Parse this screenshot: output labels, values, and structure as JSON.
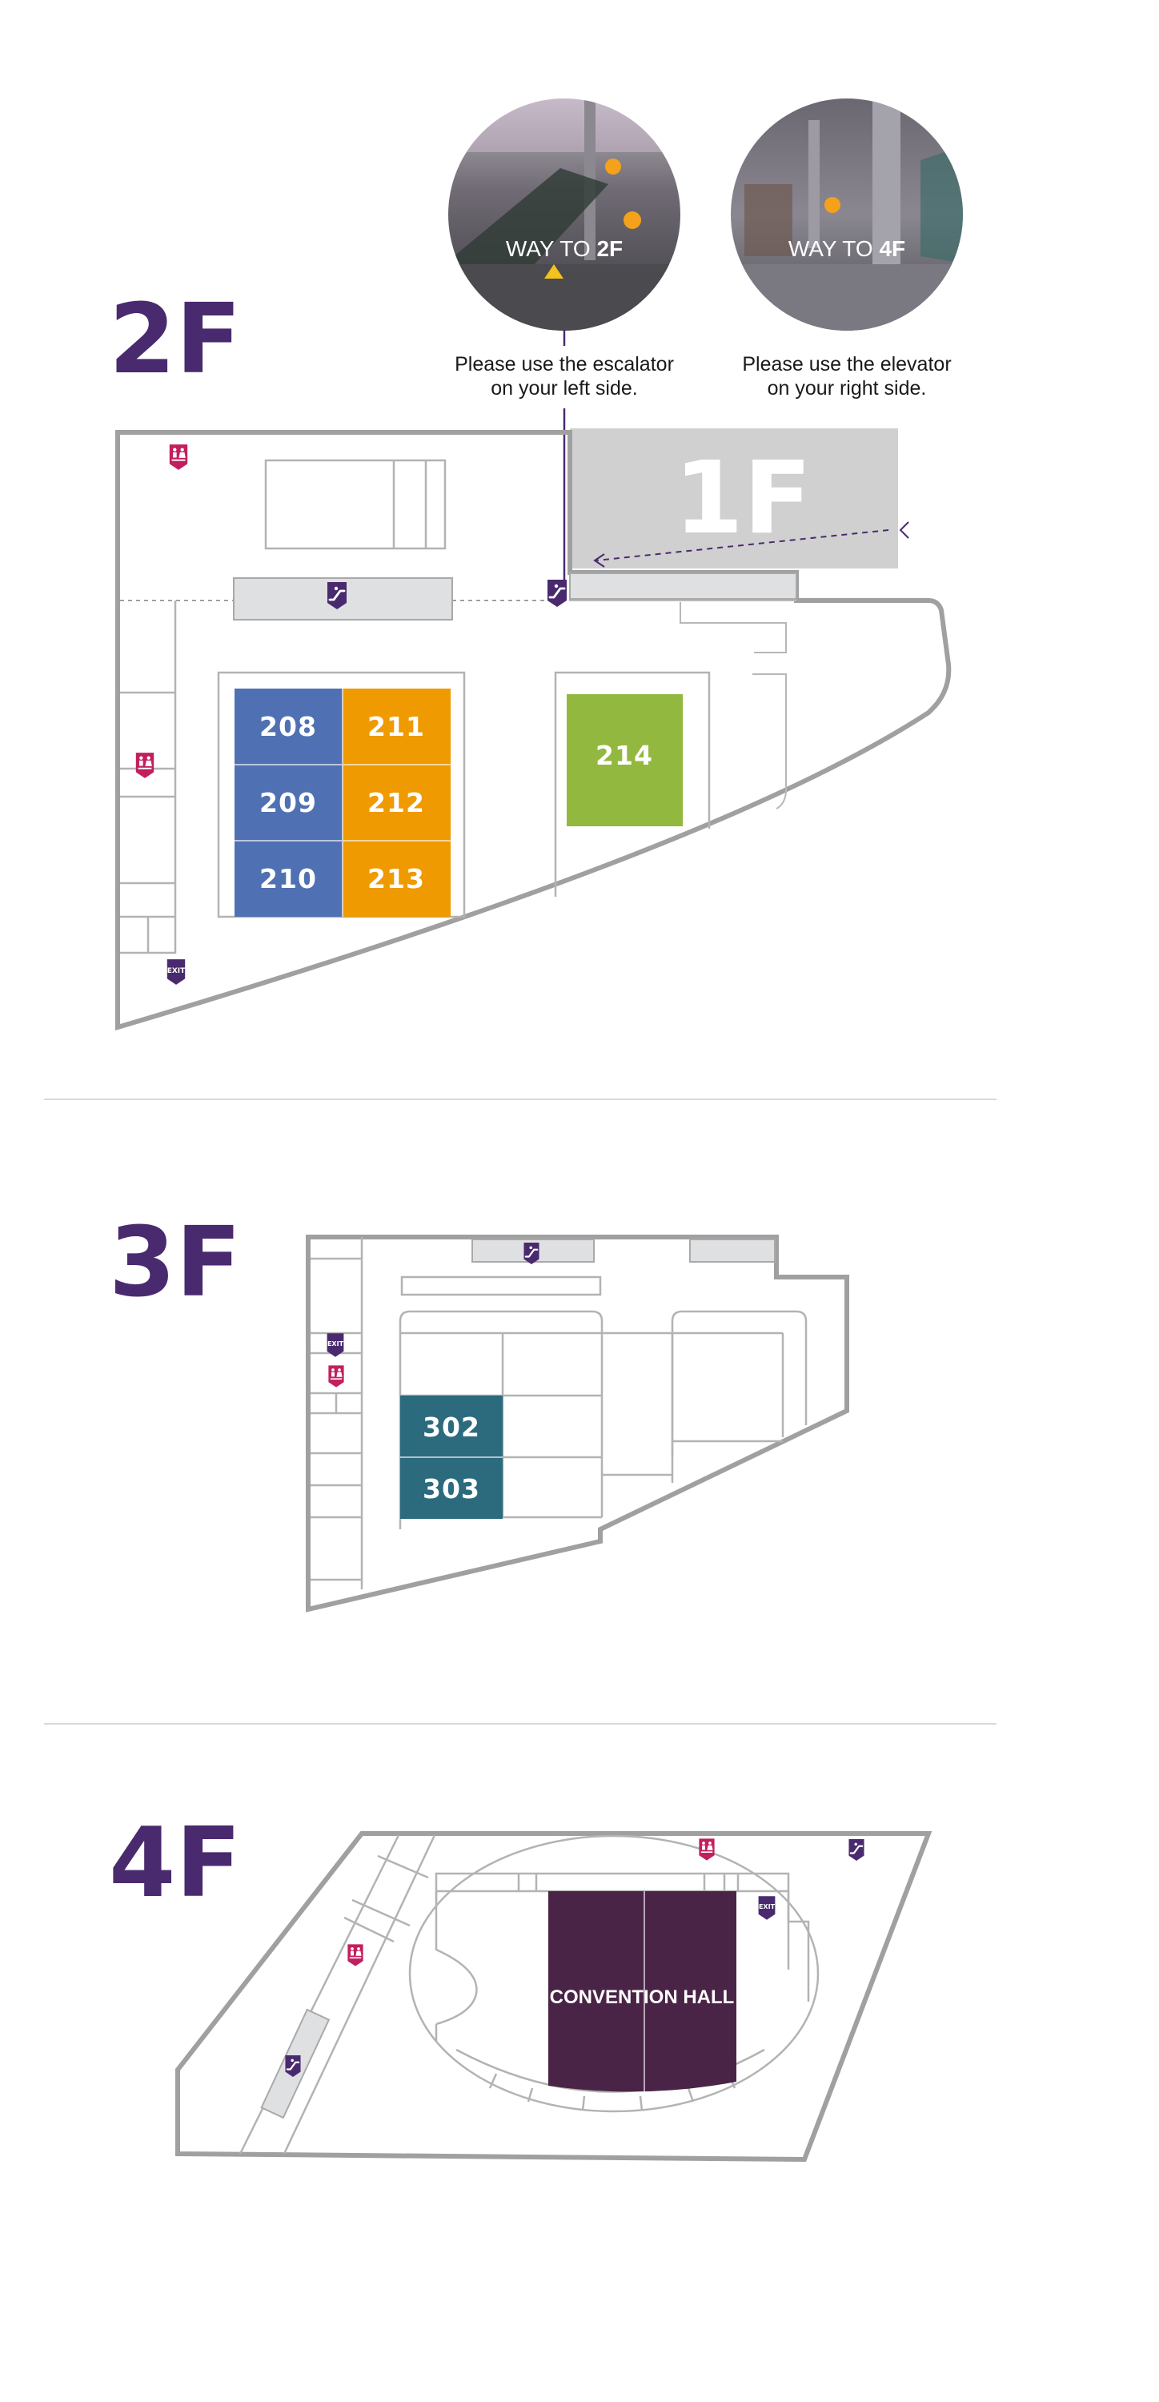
{
  "floors": {
    "f2": {
      "label": "2F"
    },
    "f3": {
      "label": "3F"
    },
    "f4": {
      "label": "4F"
    }
  },
  "ground_floor_label": "1F",
  "photos": {
    "left": {
      "title_prefix": "WAY TO ",
      "title_bold": "2F",
      "caption_line1": "Please use the escalator",
      "caption_line2": "on your left side."
    },
    "right": {
      "title_prefix": "WAY TO ",
      "title_bold": "4F",
      "caption_line1": "Please use the elevator",
      "caption_line2": "on your right side."
    }
  },
  "rooms": {
    "r208": "208",
    "r209": "209",
    "r210": "210",
    "r211": "211",
    "r212": "212",
    "r213": "213",
    "r214": "214",
    "r302": "302",
    "r303": "303",
    "convention": "CONVENTION HALL"
  },
  "icons": {
    "exit_text": "EXIT",
    "restroom": "restroom-icon",
    "escalator": "escalator-icon",
    "exit": "exit-icon",
    "elevator": "elevator-icon"
  },
  "colors": {
    "brand_purple": "#4a2a6e",
    "room_blue": "#4f71b3",
    "room_orange": "#ef9a00",
    "room_green": "#93b83f",
    "room_teal": "#2c6a7e",
    "convention": "#4a2447",
    "restroom_badge": "#c21f5e",
    "ground_floor_block": "#d0d0d0"
  }
}
